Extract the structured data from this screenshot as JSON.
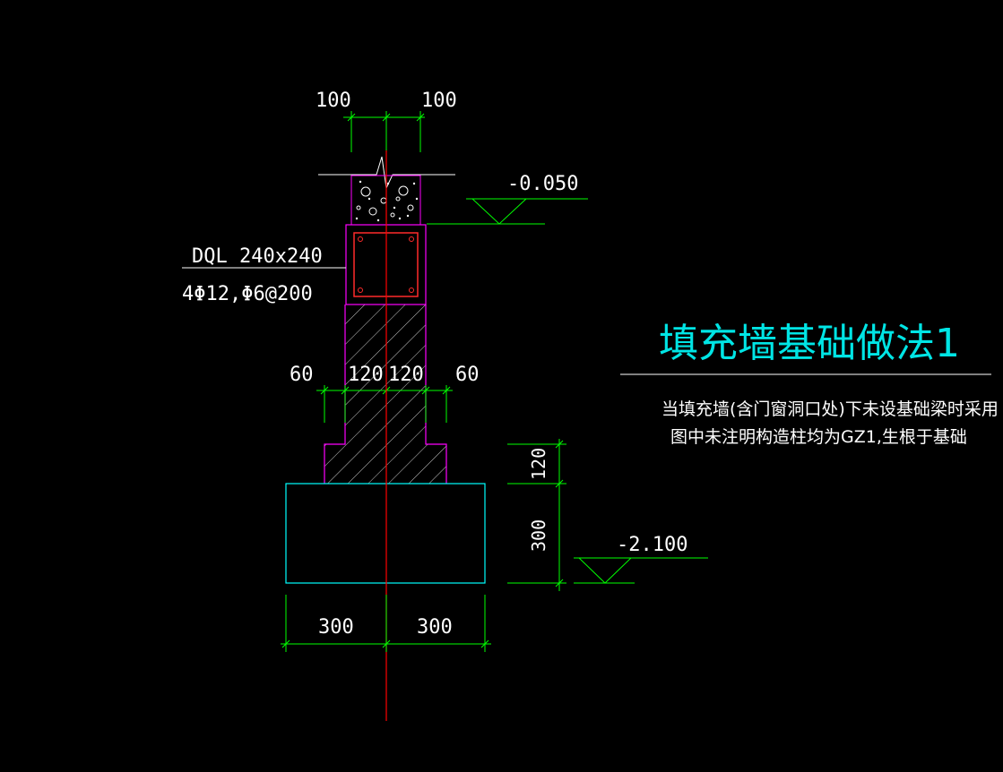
{
  "top_dims": {
    "left": "100",
    "right": "100"
  },
  "elevations": {
    "top": "-0.050",
    "bottom": "-2.100"
  },
  "beam": {
    "name": "DQL 240x240",
    "rebar": "4Φ12,Φ6@200"
  },
  "mid_dims": {
    "a": "60",
    "b": "120",
    "c": "120",
    "d": "60"
  },
  "right_dims": {
    "upper": "120",
    "lower": "300"
  },
  "base_dims": {
    "left": "300",
    "right": "300"
  },
  "title": "填充墙基础做法1",
  "notes": [
    "当填充墙(含门窗洞口处)下未设基础梁时采用",
    "图中未注明构造柱均为GZ1,生根于基础"
  ],
  "colors": {
    "background": "#000000",
    "dimension": "#00ff00",
    "wall_outline": "#ff00ff",
    "beam_rebar": "#ff2a2a",
    "axis": "#ff0000",
    "footing": "#00ffff",
    "title": "#00e5e5",
    "text": "#ffffff",
    "hatch": "#ffffff"
  }
}
